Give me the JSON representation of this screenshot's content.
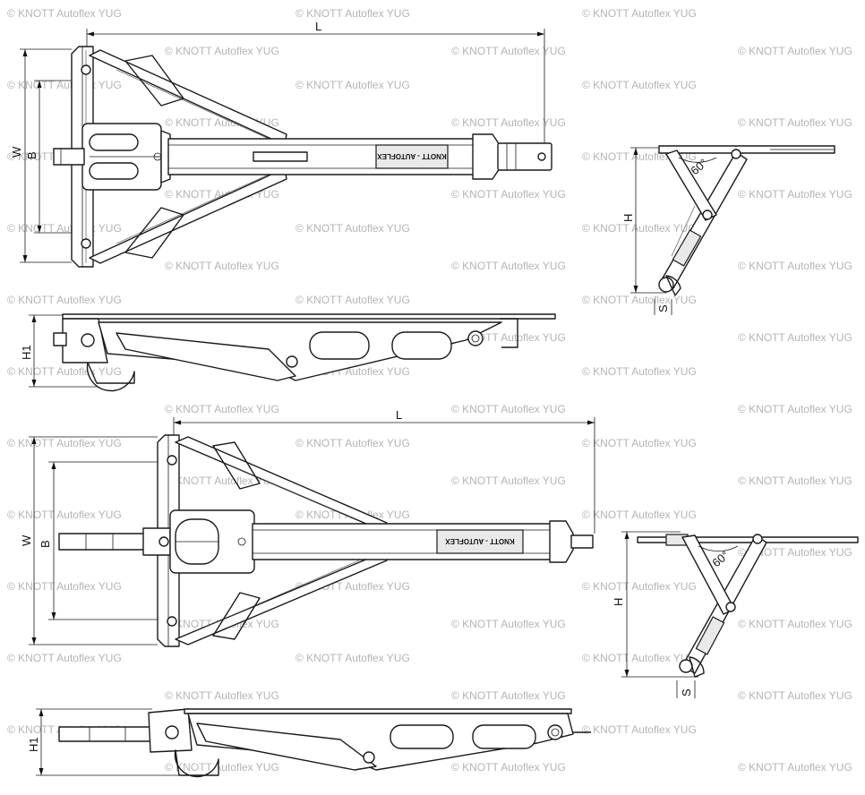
{
  "watermark": "© KNOTT Autoflex YUG",
  "dimensions": {
    "L": "L",
    "W": "W",
    "B": "B",
    "H": "H",
    "H1": "H1",
    "S": "S",
    "angle": "60°"
  },
  "branding": {
    "plate_text": "KNOTT - AUTOFLEX"
  }
}
